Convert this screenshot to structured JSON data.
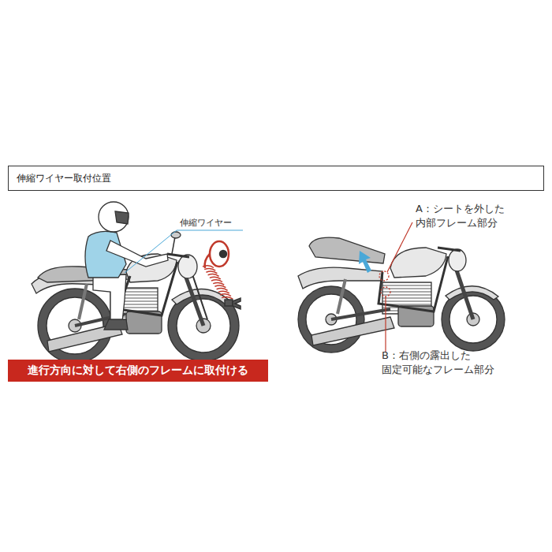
{
  "diagram": {
    "nodes": [
      {
        "text": [
          "伸縮ワイヤー取付位置"
        ]
      },
      {
        "text": [
          "進行方向に対して右側のフレームに取付ける"
        ]
      }
    ],
    "labels": [
      "伸縮ワイヤー",
      "A：シートを外した 内部フレーム部分",
      "B：右側の露出した 固定可能なフレーム部分"
    ]
  }
}
